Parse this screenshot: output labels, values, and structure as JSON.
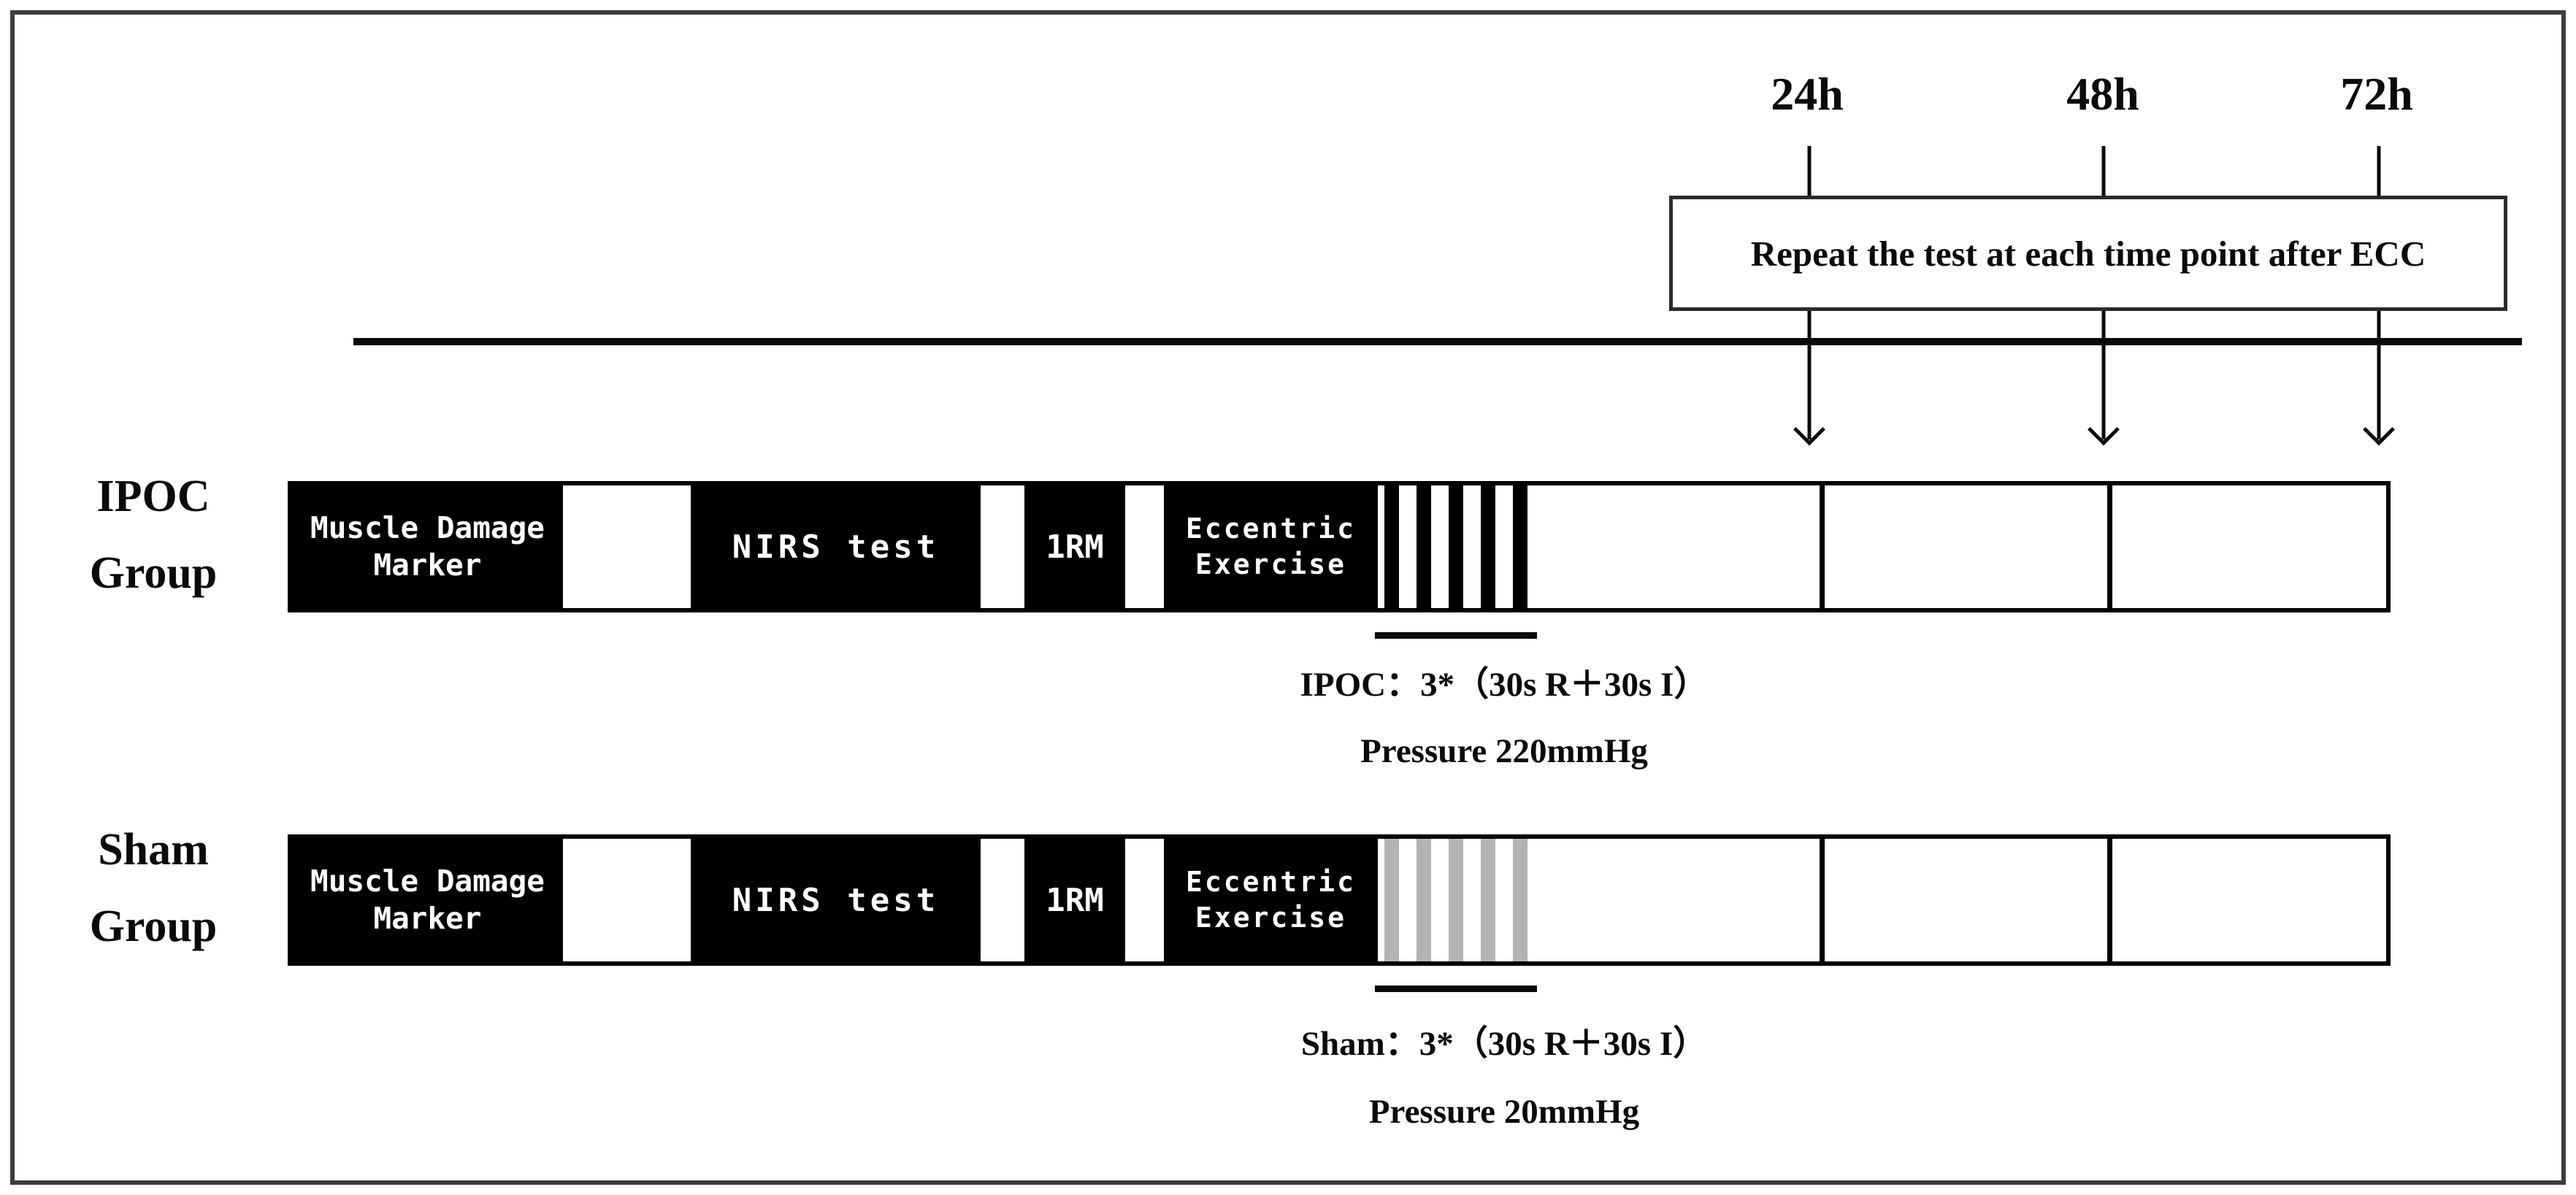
{
  "timeline": {
    "timepoints": [
      "24h",
      "48h",
      "72h"
    ],
    "repeat_note": "Repeat the test at each time point after ECC"
  },
  "segments": {
    "muscle_damage": [
      "Muscle Damage",
      "Marker"
    ],
    "nirs": "NIRS test",
    "one_rm": "1RM",
    "eccentric": [
      "Eccentric",
      "Exercise"
    ]
  },
  "groups": [
    {
      "name": [
        "IPOC",
        "Group"
      ],
      "protocol": "IPOC：3*（30s R＋30s I）",
      "pressure": "Pressure 220mmHg",
      "stripe_color": "#000000"
    },
    {
      "name": [
        "Sham",
        "Group"
      ],
      "protocol": "Sham：3*（30s R＋30s I）",
      "pressure": "Pressure 20mmHg",
      "stripe_color": "#b3b3b3"
    }
  ],
  "colors": {
    "bar_fill": "#000000",
    "frame_border": "#3d3d3d",
    "sham_stripe": "#b3b3b3"
  }
}
